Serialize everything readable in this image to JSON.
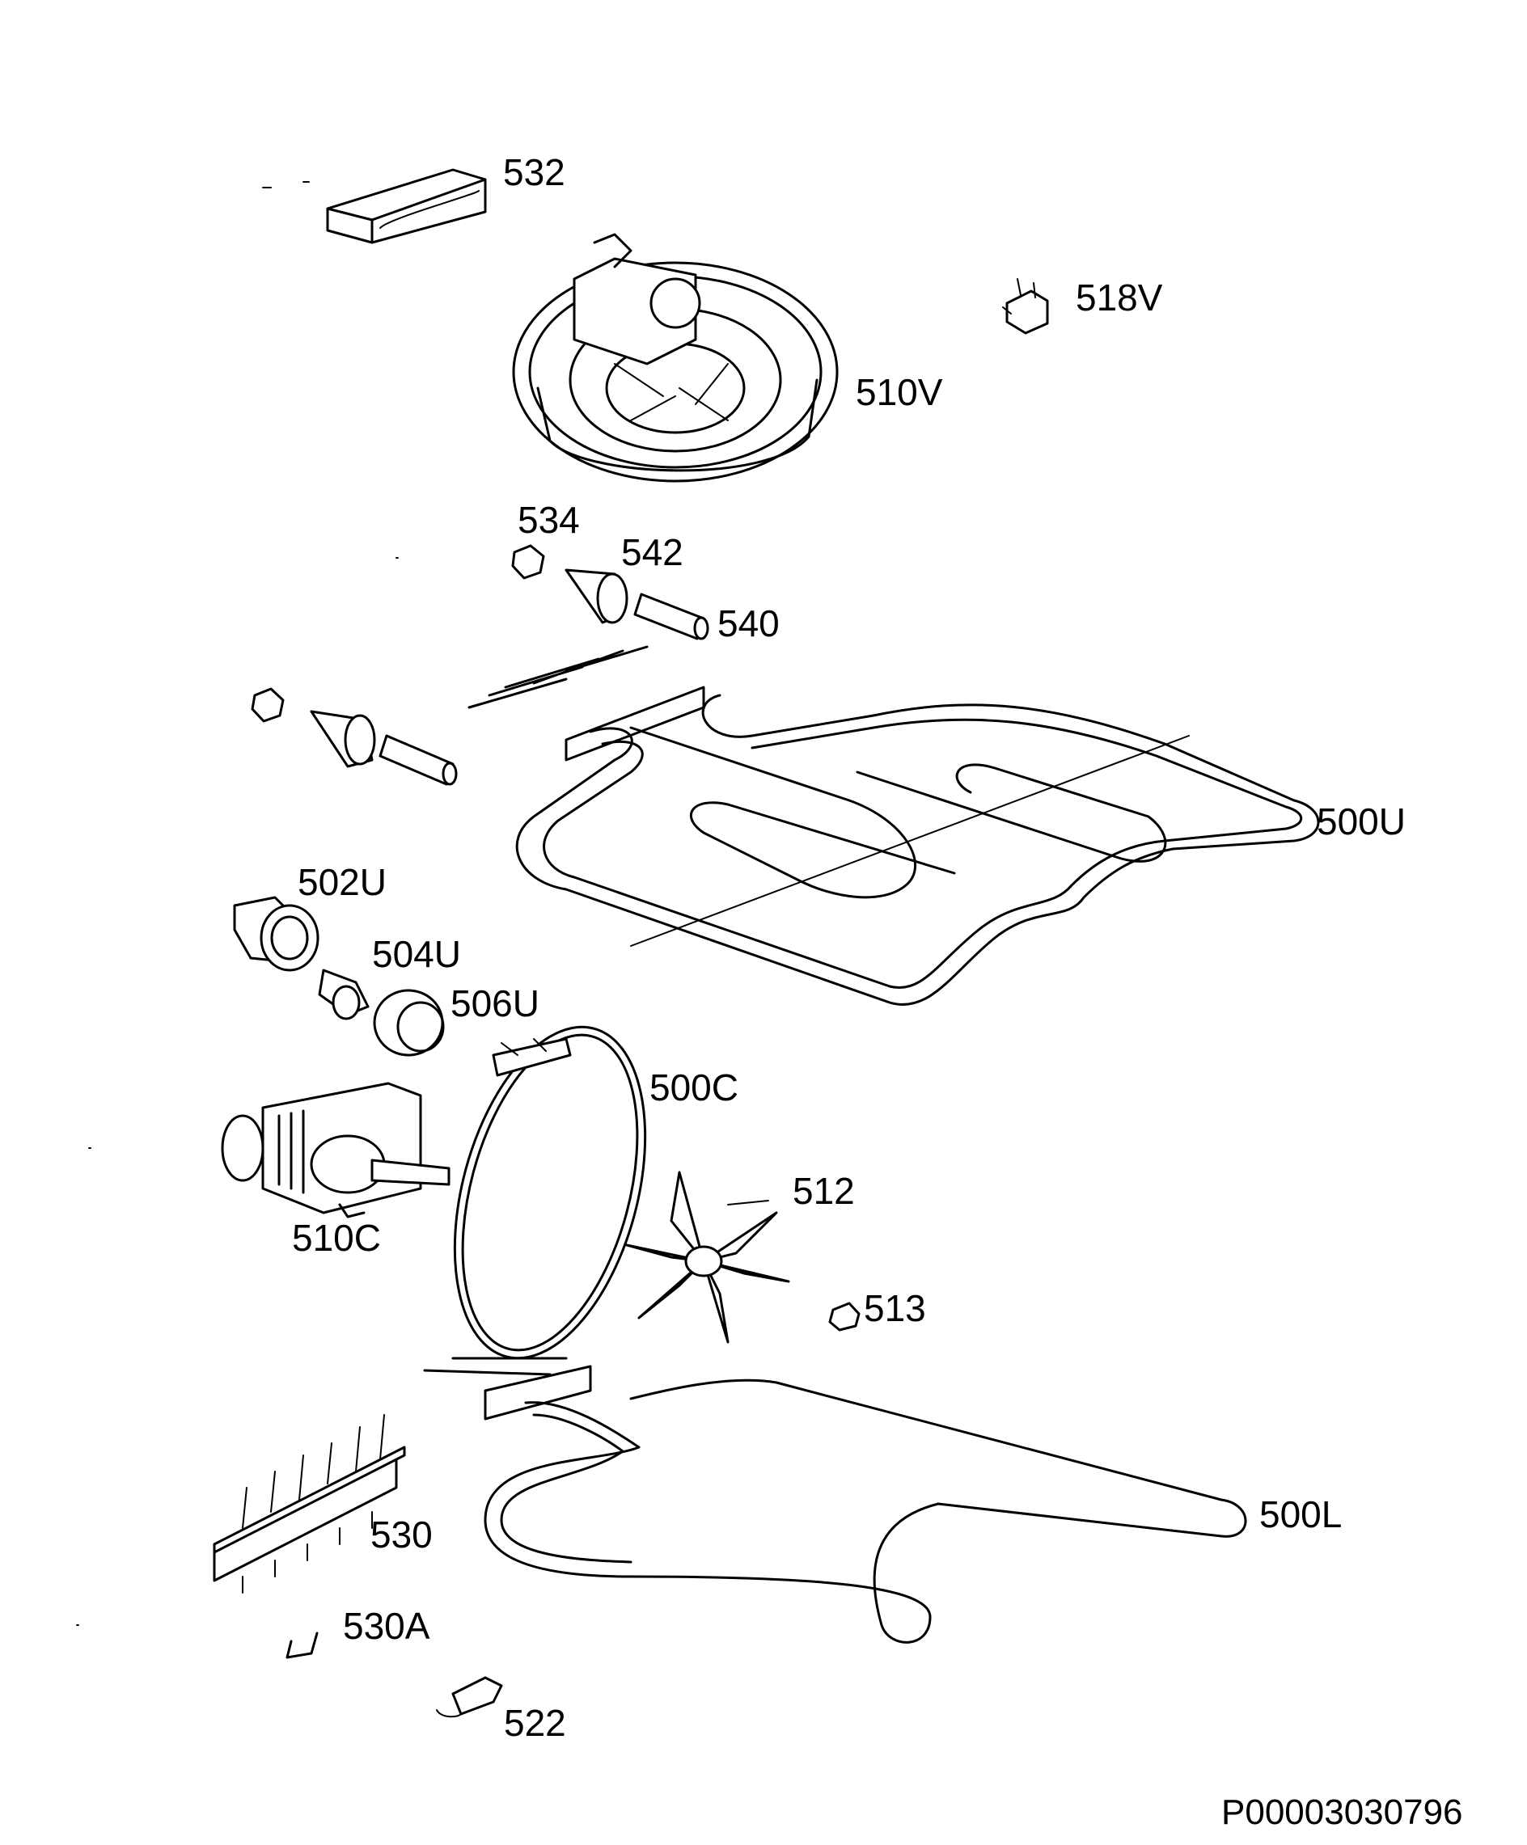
{
  "diagram": {
    "labels": {
      "p532": "532",
      "p518v": "518V",
      "p510v": "510V",
      "p534": "534",
      "p542": "542",
      "p540": "540",
      "p500u": "500U",
      "p502u": "502U",
      "p504u": "504U",
      "p506u": "506U",
      "p500c": "500C",
      "p510c": "510C",
      "p512": "512",
      "p513": "513",
      "p500l": "500L",
      "p530": "530",
      "p530a": "530A",
      "p522": "522"
    },
    "document_id": "P00003030796"
  },
  "colors": {
    "line": "#000000",
    "background": "#ffffff"
  }
}
